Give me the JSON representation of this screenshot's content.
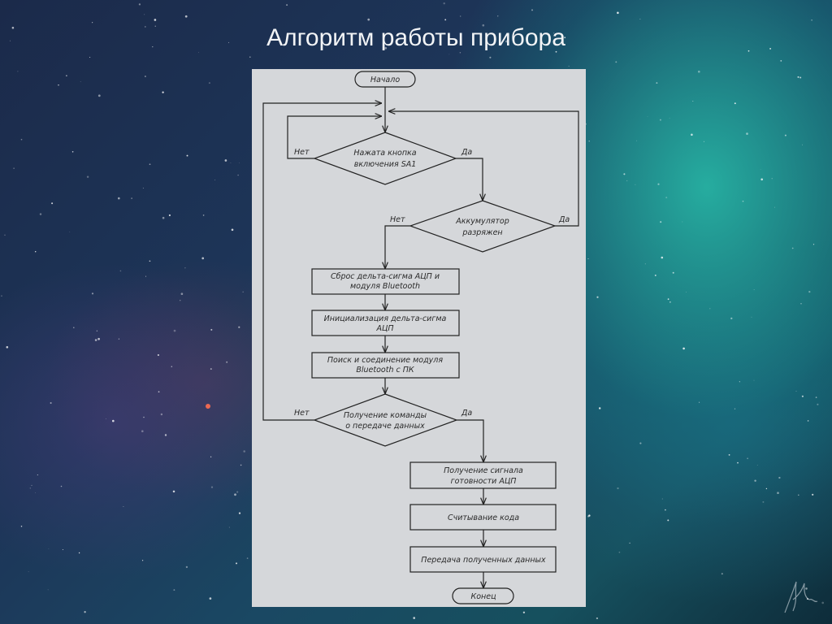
{
  "slide": {
    "title": "Алгоритм работы прибора"
  },
  "flowchart": {
    "start": "Начало",
    "end": "Конец",
    "decision_button": {
      "line1": "Нажата кнопка",
      "line2": "включения SA1",
      "no": "Нет",
      "yes": "Да"
    },
    "decision_battery": {
      "line1": "Аккумулятор",
      "line2": "разряжен",
      "no": "Нет",
      "yes": "Да"
    },
    "step_reset": {
      "line1": "Сброс дельта-сигма АЦП и",
      "line2": "модуля Bluetooth"
    },
    "step_init": {
      "line1": "Инициализация дельта-сигма",
      "line2": "АЦП"
    },
    "step_search": {
      "line1": "Поиск и соединение модуля",
      "line2": "Bluetooth с ПК"
    },
    "decision_command": {
      "line1": "Получение команды",
      "line2": "о передаче данных",
      "no": "Нет",
      "yes": "Да"
    },
    "step_ready": {
      "line1": "Получение сигнала",
      "line2": "готовности АЦП"
    },
    "step_read": {
      "line1": "Считывание кода"
    },
    "step_send": {
      "line1": "Передача полученных данных"
    }
  },
  "colors": {
    "panel": "#d5d7da",
    "line": "#222222",
    "title_text": "#f2f4f6",
    "background_teal": "#28bea a",
    "background_navy": "#1b2a4a"
  }
}
